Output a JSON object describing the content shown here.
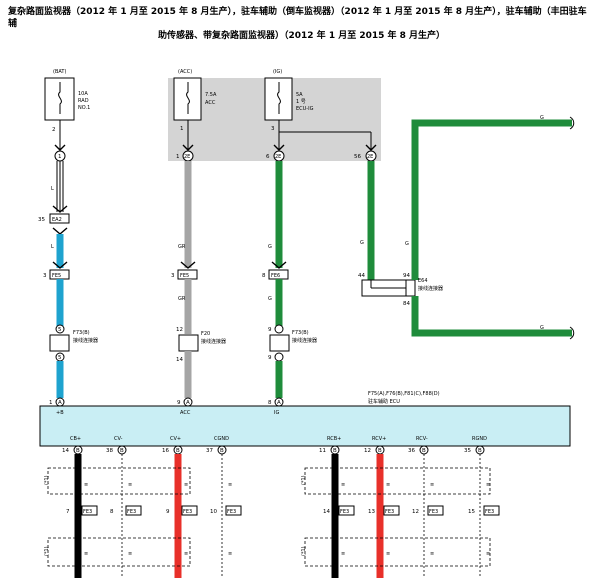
{
  "title": {
    "line1": "复杂路面监视器（2012 年 1 月至 2015 年 8 月生产），驻车辅助（倒车监视器）（2012 年 1 月至 2015 年 8 月生产），驻车辅助（丰田驻车辅",
    "line2": "助传感器、带复杂路面监视器）（2012 年 1 月至 2015 年 8 月生产）"
  },
  "fuses": {
    "bat": {
      "source": "(BAT)",
      "rating": "10A",
      "name1": "RAD",
      "name2": "NO.1",
      "pin": "2"
    },
    "acc": {
      "source": "(ACC)",
      "rating": "7.5A",
      "name1": "ACC",
      "name2": "",
      "pin": "1"
    },
    "ig": {
      "source": "(IG)",
      "rating": "5A",
      "name1": "1 号",
      "name2": "ECU-IG",
      "pin": "3"
    }
  },
  "junctions": {
    "bat_top": {
      "code": "1",
      "pin": "1"
    },
    "acc_top": {
      "pin": "1",
      "code": "2E"
    },
    "ig_top": {
      "pin": "6",
      "code": "2E"
    },
    "ig_side": {
      "pin": "56",
      "code": "2E"
    },
    "bat_mid": {
      "pin": "35",
      "code": "EA2"
    },
    "bat_low": {
      "pin": "3",
      "code": "FE5"
    },
    "acc_low": {
      "pin": "3",
      "code": "FE5"
    },
    "ig_low": {
      "pin": "8",
      "code": "FE6"
    }
  },
  "wire_colors": {
    "bat": "L",
    "acc": "GR",
    "ig": "G",
    "ig_side": "G",
    "top_right": "G",
    "bottom_right": "G"
  },
  "joints": {
    "bat": {
      "code": "F73(B)",
      "pin_top": "5",
      "pin_bottom": "5"
    },
    "acc": {
      "code": "F20",
      "label": "接线连接器",
      "pin_top": "12",
      "pin_bottom": "14"
    },
    "ig": {
      "code": "F73(B)",
      "label": "接线连接器",
      "pin_top": "9",
      "pin_bottom": "9"
    },
    "bat_label": "接线连接器",
    "right": {
      "code": "E64",
      "label": "接线连接器",
      "pin_left": "44",
      "pin_right": "94",
      "pin_bottom": "84"
    }
  },
  "ecu": {
    "code": "F75(A),F76(B),F81(C),F88(D)",
    "name": "驻车辅助 ECU",
    "top_pins": [
      {
        "pin": "1",
        "conn": "A",
        "label": "+B"
      },
      {
        "pin": "9",
        "conn": "A",
        "label": "ACC"
      },
      {
        "pin": "8",
        "conn": "A",
        "label": "IG"
      }
    ],
    "bottom_pins": [
      {
        "pin": "14",
        "conn": "B",
        "label": "CB+"
      },
      {
        "pin": "38",
        "conn": "B",
        "label": "CV-"
      },
      {
        "pin": "16",
        "conn": "B",
        "label": "CV+"
      },
      {
        "pin": "37",
        "conn": "B",
        "label": "CGND"
      },
      {
        "pin": "11",
        "conn": "B",
        "label": "RCB+"
      },
      {
        "pin": "12",
        "conn": "B",
        "label": "RCV+"
      },
      {
        "pin": "36",
        "conn": "B",
        "label": "RCV-"
      },
      {
        "pin": "35",
        "conn": "B",
        "label": "RGND"
      }
    ]
  },
  "lower": {
    "shield_label": "(*1)",
    "connectors": [
      {
        "pin": "7",
        "code": "FE3"
      },
      {
        "pin": "8",
        "code": "FE3"
      },
      {
        "pin": "9",
        "code": "FE3"
      },
      {
        "pin": "10",
        "code": "FE3"
      },
      {
        "pin": "14",
        "code": "FE3"
      },
      {
        "pin": "13",
        "code": "FE3"
      },
      {
        "pin": "12",
        "code": "FE3"
      },
      {
        "pin": "15",
        "code": "FE3"
      }
    ],
    "wire_mark": "≡"
  },
  "colors": {
    "blue": "#1ea3cf",
    "gray": "#a5a5a5",
    "green": "#1f8c3b",
    "red": "#e8302a",
    "black": "#000000",
    "ecu_fill": "#c9eef4",
    "relay_box": "#d4d4d4"
  }
}
